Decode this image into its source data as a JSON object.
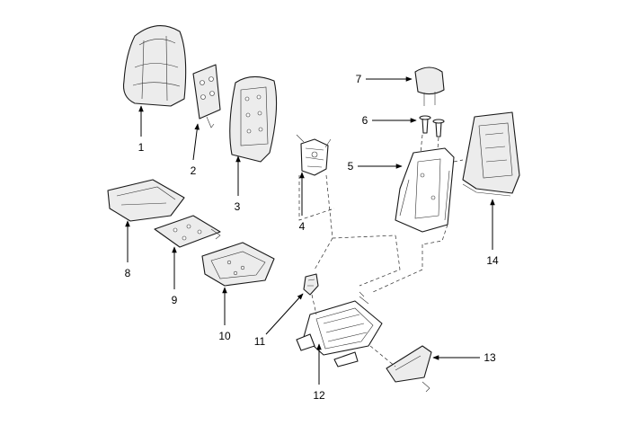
{
  "callouts": [
    "1",
    "2",
    "3",
    "4",
    "5",
    "6",
    "7",
    "8",
    "9",
    "10",
    "11",
    "12",
    "13",
    "14"
  ],
  "colors": {
    "line": "#1a1a1a",
    "background": "#ffffff",
    "shade": "#ececec"
  }
}
